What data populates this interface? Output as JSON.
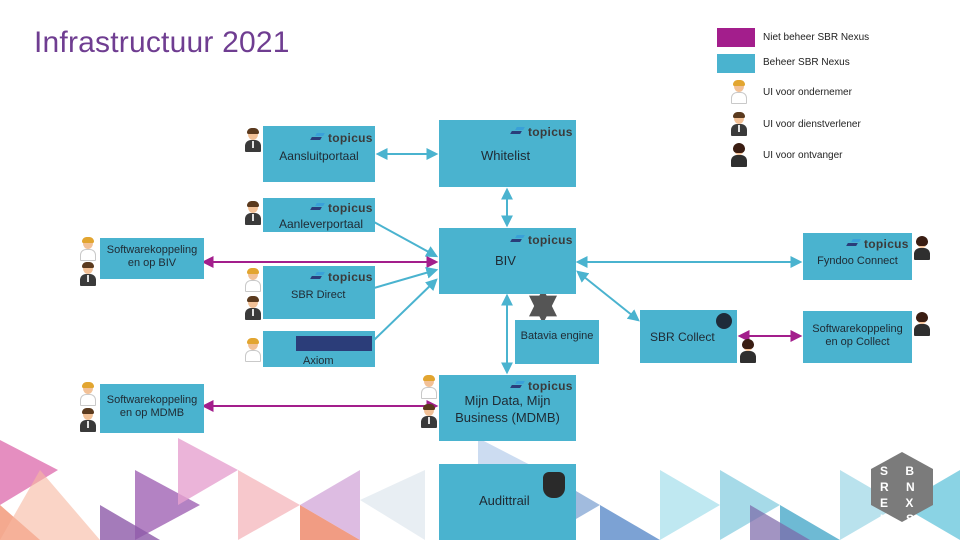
{
  "title": "Infrastructuur 2021",
  "legend": [
    {
      "type": "swatch",
      "color": "#a31e8c",
      "label": "Niet beheer SBR Nexus"
    },
    {
      "type": "swatch",
      "color": "#4ab3cf",
      "label": "Beheer SBR Nexus"
    },
    {
      "type": "person",
      "icon": "entrepreneur-icon",
      "label": "UI voor ondernemer"
    },
    {
      "type": "person",
      "icon": "service-provider-icon",
      "label": "UI voor dienstverlener"
    },
    {
      "type": "person",
      "icon": "receiver-icon",
      "label": "UI voor ontvanger"
    }
  ],
  "vendor_logo": "topicus",
  "nodes": {
    "aansluitportaal": "Aansluitportaal",
    "whitelist": "Whitelist",
    "aanleverportaal": "Aanleverportaal",
    "softwarekoppeling_biv": "Softwarekoppeling en op BIV",
    "biv": "BIV",
    "fyndoo": "Fyndoo Connect",
    "sbr_direct": "SBR Direct",
    "batavia": "Batavia engine",
    "sbr_collect": "SBR Collect",
    "softwarekoppeling_collect": "Softwarekoppeling en op Collect",
    "axiom": "Axiom",
    "softwarekoppeling_mdmb": "Softwarekoppeling en op MDMB",
    "mijn_data": "Mijn Data, Mijn Business (MDMB)",
    "audittrail": "Audittrail"
  },
  "brand": {
    "sbr_nexus_letters": "S B R N E X U S ▸"
  },
  "colors": {
    "magenta": "#a31e8c",
    "cyan": "#4ab3cf",
    "title": "#6f3d91",
    "connector": "#a31e8c",
    "arrow_gray": "#555555"
  }
}
